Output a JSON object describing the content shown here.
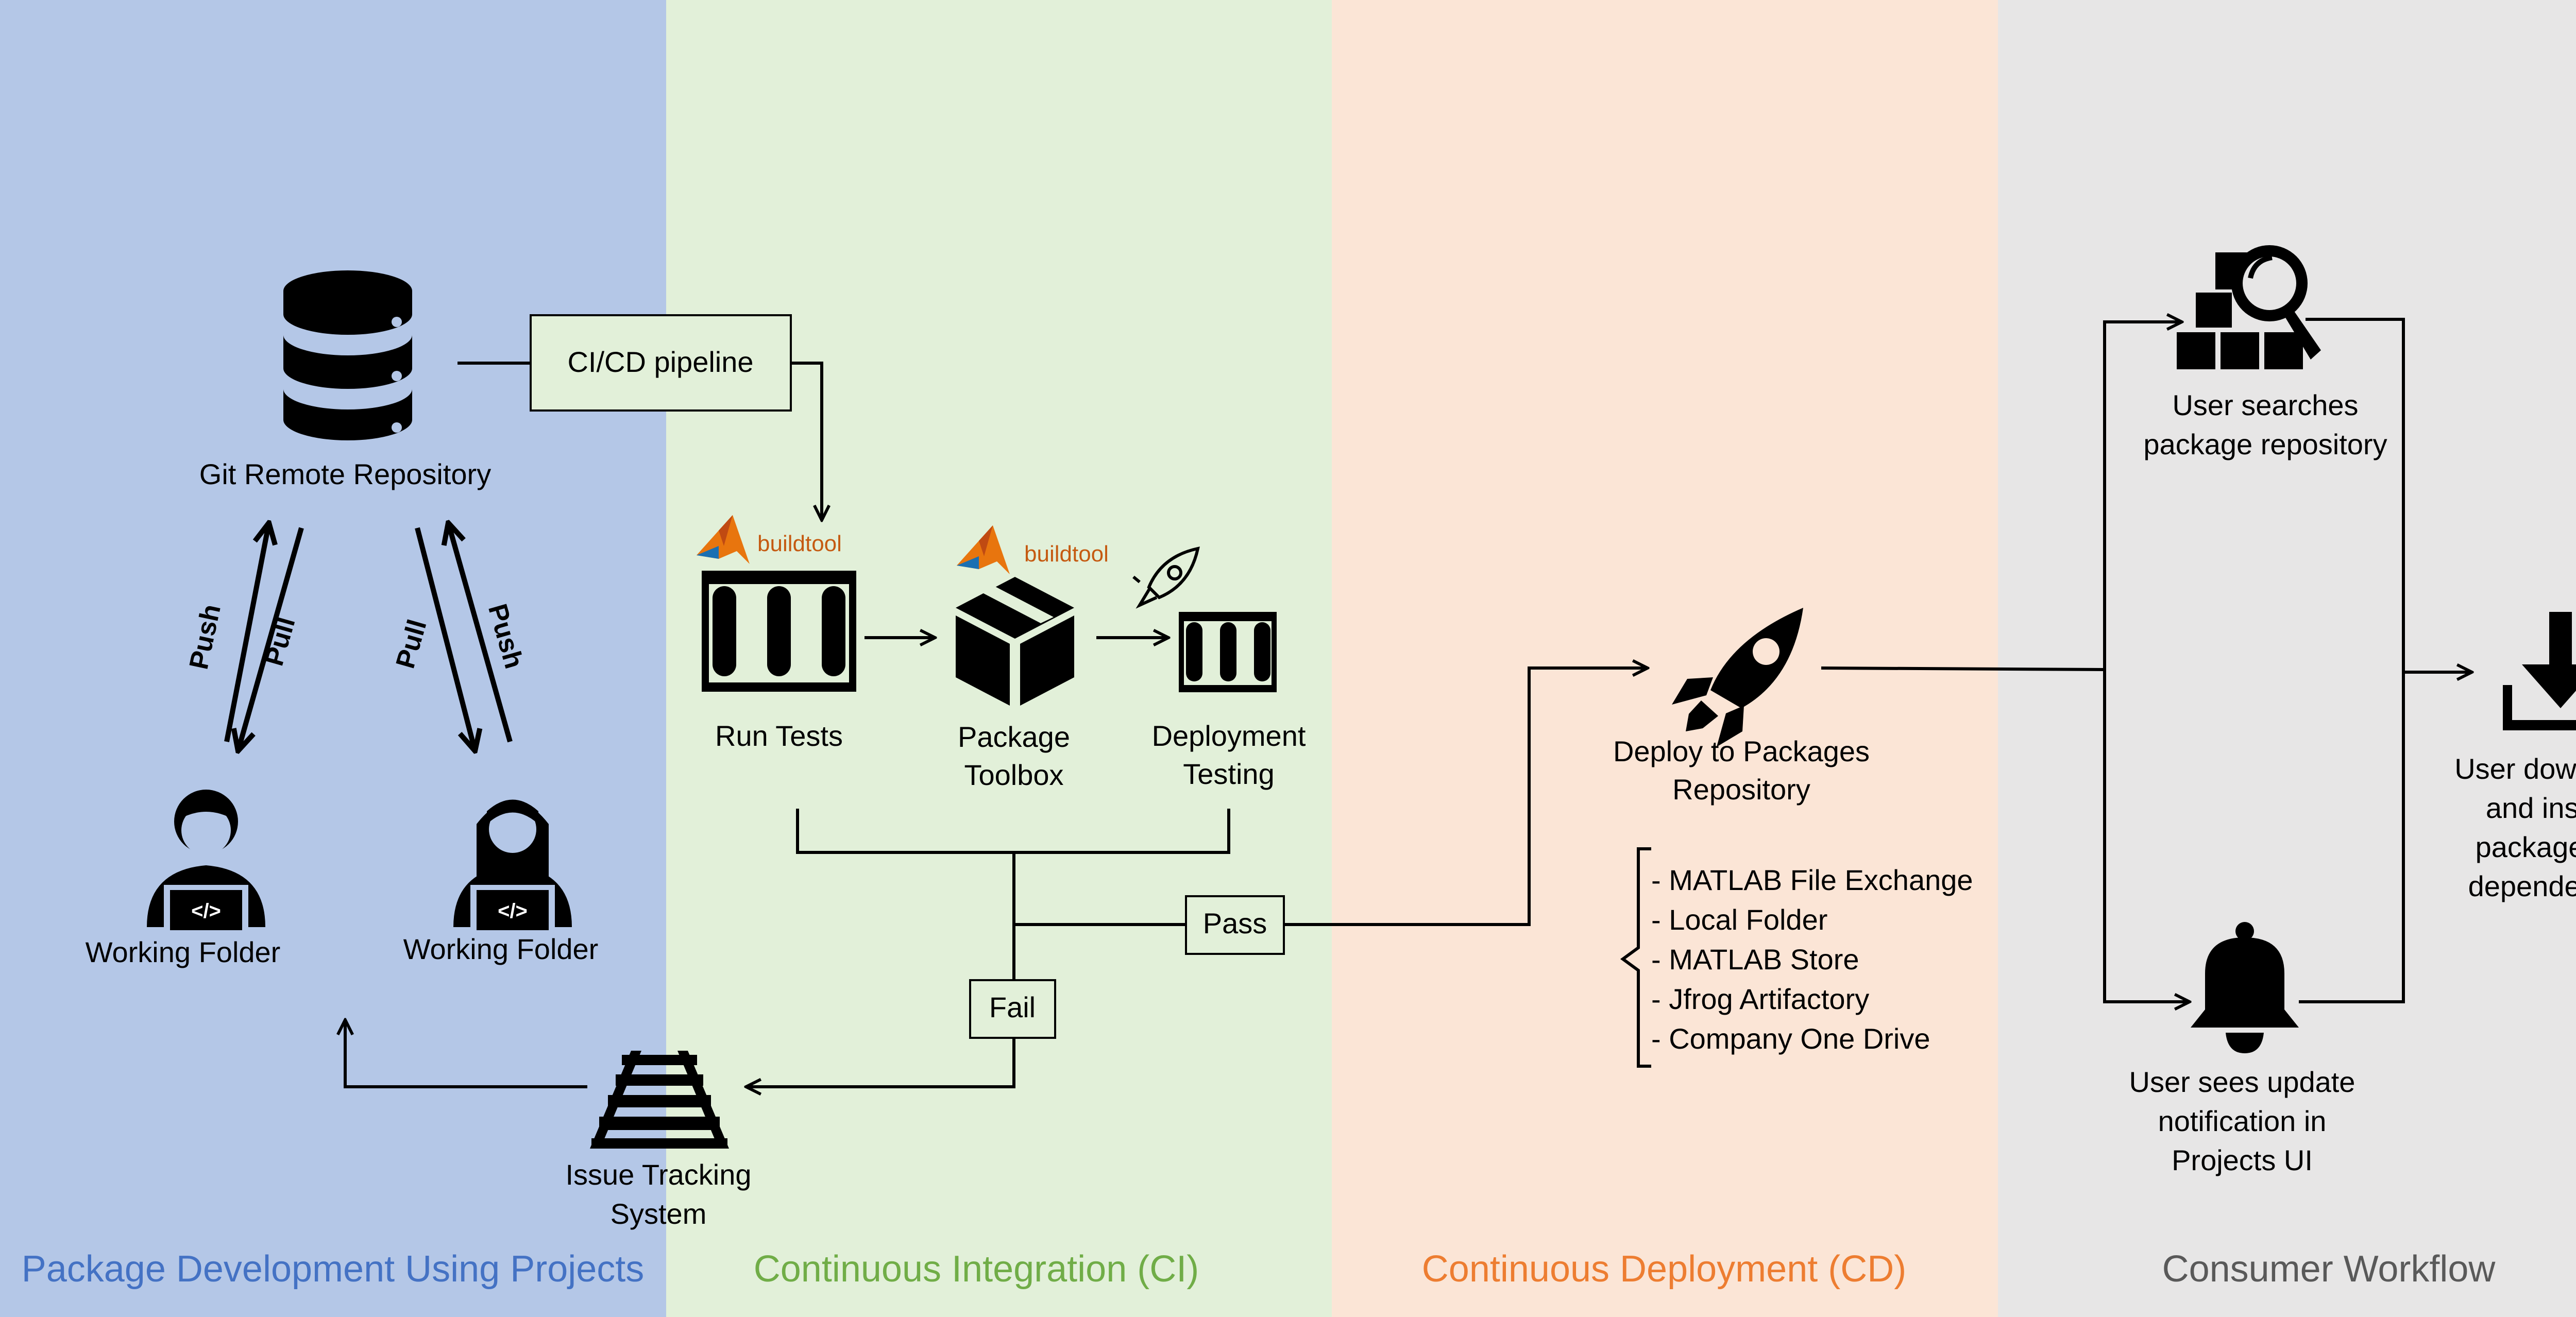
{
  "panels": {
    "dev": {
      "title": "Package Development Using Projects",
      "bg": "#B4C7E7",
      "title_color": "#4472C4"
    },
    "ci": {
      "title": "Continuous Integration (CI)",
      "bg": "#E2F0D9",
      "title_color": "#70AD47"
    },
    "cd": {
      "title": "Continuous Deployment (CD)",
      "bg": "#FBE5D6",
      "title_color": "#ED7D31"
    },
    "consumer": {
      "title": "Consumer Workflow",
      "bg": "#E7E6E6",
      "title_color": "#595959"
    }
  },
  "nodes": {
    "git_remote": {
      "label": "Git Remote Repository",
      "icon": "database-icon"
    },
    "pipeline": {
      "label": "CI/CD pipeline"
    },
    "working_folder_1": {
      "label": "Working Folder",
      "icon": "developer-icon"
    },
    "working_folder_2": {
      "label": "Working Folder",
      "icon": "developer-icon"
    },
    "arrows": {
      "push": "Push",
      "pull": "Pull"
    },
    "buildtool": {
      "label": "buildtool",
      "color": "#C55A11"
    },
    "run_tests": {
      "label": "Run Tests",
      "icon": "test-tubes-icon"
    },
    "package_toolbox": {
      "line1": "Package",
      "line2": "Toolbox",
      "icon": "package-box-icon"
    },
    "deployment_testing": {
      "line1": "Deployment",
      "line2": "Testing",
      "icon": "rocket-test-tubes-icon"
    },
    "pass": {
      "label": "Pass"
    },
    "fail": {
      "label": "Fail"
    },
    "issue_tracking": {
      "line1": "Issue Tracking",
      "line2": "System",
      "icon": "railroad-track-icon"
    },
    "deploy": {
      "line1": "Deploy to Packages",
      "line2": "Repository",
      "icon": "rocket-icon"
    },
    "destinations": [
      "- MATLAB File Exchange",
      "- Local Folder",
      "- MATLAB Store",
      "- Jfrog Artifactory",
      "- Company One Drive"
    ],
    "search": {
      "line1": "User searches",
      "line2": "package repository",
      "icon": "package-search-icon"
    },
    "notify": {
      "line1": "User sees update",
      "line2": "notification in",
      "line3": "Projects UI",
      "icon": "bell-icon"
    },
    "download": {
      "line1": "User downloads",
      "line2": "and installs",
      "line3": "package and",
      "line4": "dependencies",
      "icon": "download-icon"
    }
  }
}
